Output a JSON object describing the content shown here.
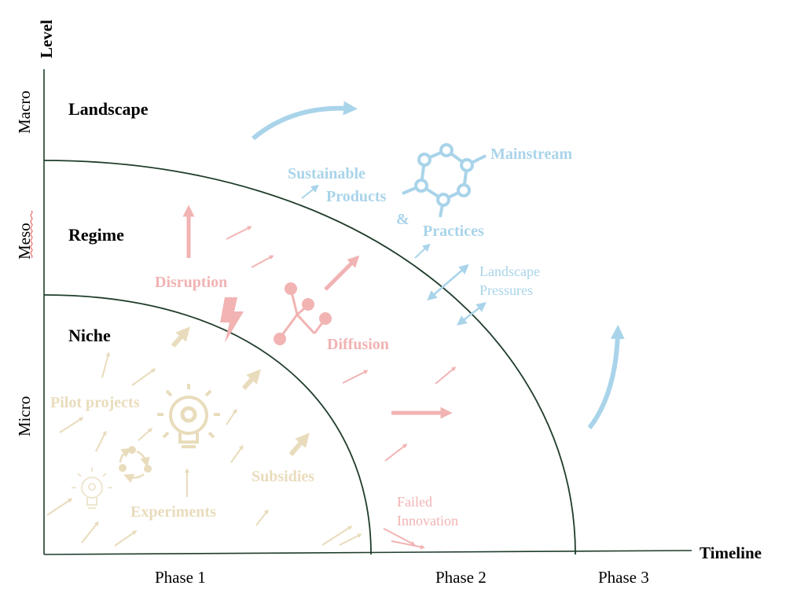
{
  "axes": {
    "y_title": "Level",
    "x_title": "Timeline",
    "y_levels": [
      "Macro",
      "Meso",
      "Micro"
    ],
    "phases": [
      "Phase 1",
      "Phase 2",
      "Phase 3"
    ]
  },
  "zones": {
    "landscape": "Landscape",
    "regime": "Regime",
    "niche": "Niche"
  },
  "niche_labels": {
    "pilot_projects": "Pilot projects",
    "experiments": "Experiments",
    "subsidies": "Subsidies"
  },
  "regime_labels": {
    "disruption": "Disruption",
    "diffusion": "Diffusion",
    "failed_innovation_line1": "Failed",
    "failed_innovation_line2": "Innovation"
  },
  "landscape_labels": {
    "sustainable": "Sustainable",
    "products": "Products",
    "ampersand": "&",
    "practices": "Practices",
    "mainstream": "Mainstream",
    "pressures_line1": "Landscape",
    "pressures_line2": "Pressures"
  },
  "colors": {
    "niche": "#e9dcbc",
    "regime": "#f2b3b3",
    "landscape": "#a9d4ea",
    "curve": "#1f3d2b",
    "axis": "#1f3d2b",
    "text": "#000000"
  }
}
